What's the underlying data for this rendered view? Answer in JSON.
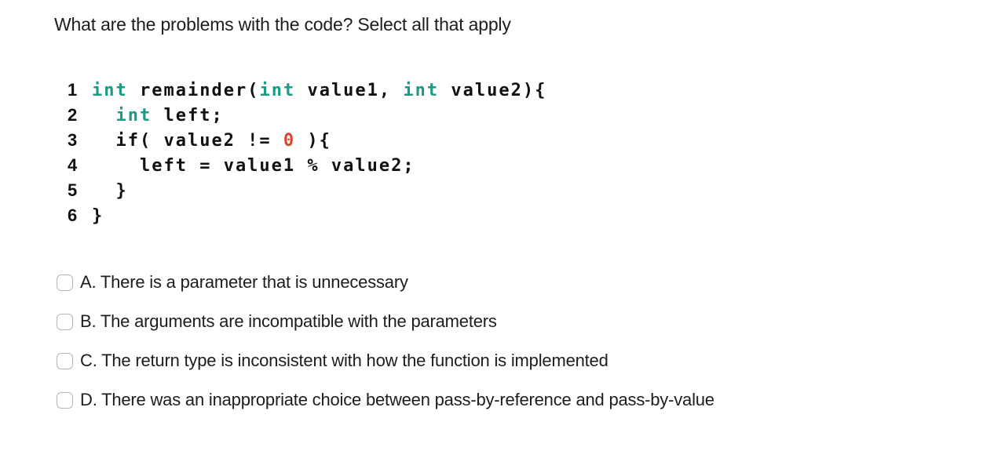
{
  "question": {
    "title": "What are the problems with the code? Select all that apply"
  },
  "code": {
    "colors": {
      "kw": "#1a9b84",
      "num": "#e04030",
      "pl": "#111111"
    },
    "lines": [
      {
        "number": "1",
        "tokens": [
          {
            "t": "int",
            "c": "kw"
          },
          {
            "t": " remainder(",
            "c": "pl"
          },
          {
            "t": "int",
            "c": "kw"
          },
          {
            "t": " value1, ",
            "c": "pl"
          },
          {
            "t": "int",
            "c": "kw"
          },
          {
            "t": " value2){",
            "c": "pl"
          }
        ]
      },
      {
        "number": "2",
        "tokens": [
          {
            "t": "  ",
            "c": "pl"
          },
          {
            "t": "int",
            "c": "kw"
          },
          {
            "t": " left;",
            "c": "pl"
          }
        ]
      },
      {
        "number": "3",
        "tokens": [
          {
            "t": "  if( value2 != ",
            "c": "pl"
          },
          {
            "t": "0",
            "c": "num"
          },
          {
            "t": " ){",
            "c": "pl"
          }
        ]
      },
      {
        "number": "4",
        "tokens": [
          {
            "t": "    left = value1 % value2;",
            "c": "pl"
          }
        ]
      },
      {
        "number": "5",
        "tokens": [
          {
            "t": "  }",
            "c": "pl"
          }
        ]
      },
      {
        "number": "6",
        "tokens": [
          {
            "t": "}",
            "c": "pl"
          }
        ]
      }
    ]
  },
  "options": [
    {
      "id": "A",
      "label": "A. There is a parameter that is unnecessary",
      "checked": false
    },
    {
      "id": "B",
      "label": "B. The arguments are incompatible with the parameters",
      "checked": false
    },
    {
      "id": "C",
      "label": "C. The return type is inconsistent with how the function is implemented",
      "checked": false
    },
    {
      "id": "D",
      "label": "D. There was an inappropriate choice between pass-by-reference and pass-by-value",
      "checked": false
    }
  ]
}
